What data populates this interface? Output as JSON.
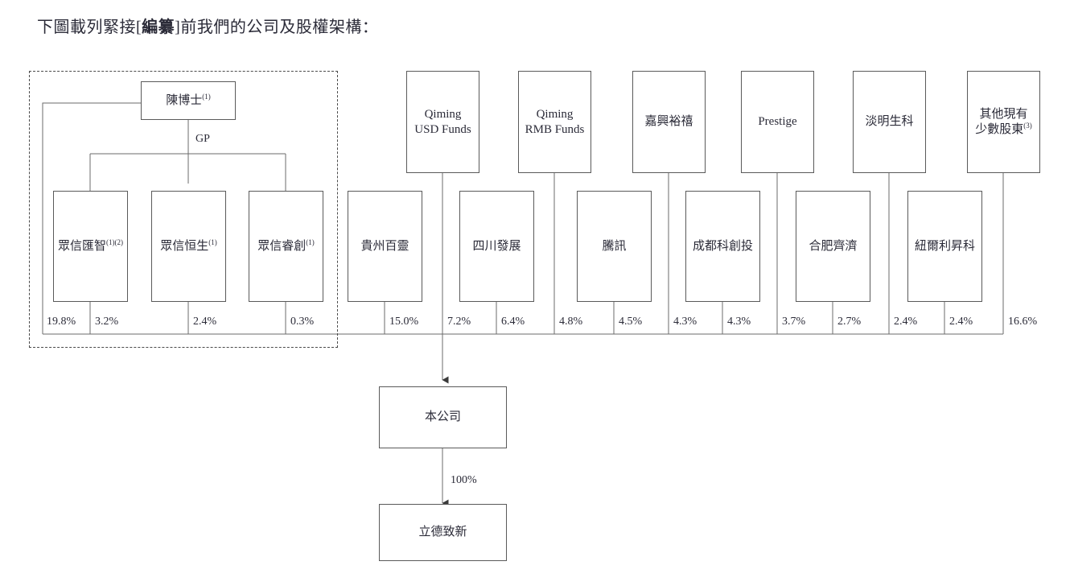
{
  "heading": {
    "prefix": "下圖載列緊接[",
    "bold": "編纂",
    "suffix": "]前我們的公司及股權架構："
  },
  "diagram": {
    "gp_label": "GP",
    "dashed_group_note": "founder controlled entities group",
    "controller": {
      "name": "陳博士",
      "sup": "(1)"
    },
    "founder_entities": [
      {
        "name": "眾信匯智",
        "sup": "(1)(2)"
      },
      {
        "name": "眾信恒生",
        "sup": "(1)"
      },
      {
        "name": "眾信睿創",
        "sup": "(1)"
      }
    ],
    "upper_investors": [
      {
        "name": "Qiming USD Funds",
        "line1": "Qiming",
        "line2": "USD Funds",
        "sup": ""
      },
      {
        "name": "Qiming RMB Funds",
        "line1": "Qiming",
        "line2": "RMB Funds",
        "sup": ""
      },
      {
        "name": "嘉興裕禧",
        "line1": "嘉興裕禧",
        "line2": "",
        "sup": ""
      },
      {
        "name": "Prestige",
        "line1": "Prestige",
        "line2": "",
        "sup": ""
      },
      {
        "name": "淡明生科",
        "line1": "淡明生科",
        "line2": "",
        "sup": ""
      },
      {
        "name": "其他現有少數股東",
        "line1": "其他現有",
        "line2": "少數股東",
        "sup": "(3)"
      }
    ],
    "lower_investors": [
      {
        "name": "貴州百靈"
      },
      {
        "name": "四川發展"
      },
      {
        "name": "騰訊"
      },
      {
        "name": "成都科創投"
      },
      {
        "name": "合肥齊濟"
      },
      {
        "name": "紐爾利昇科"
      }
    ],
    "percentages": [
      "19.8%",
      "3.2%",
      "2.4%",
      "0.3%",
      "15.0%",
      "7.2%",
      "6.4%",
      "4.8%",
      "4.5%",
      "4.3%",
      "4.3%",
      "3.7%",
      "2.7%",
      "2.4%",
      "2.4%",
      "16.6%"
    ],
    "company": "本公司",
    "subsidiary": "立德致新",
    "subsidiary_pct": "100%"
  }
}
